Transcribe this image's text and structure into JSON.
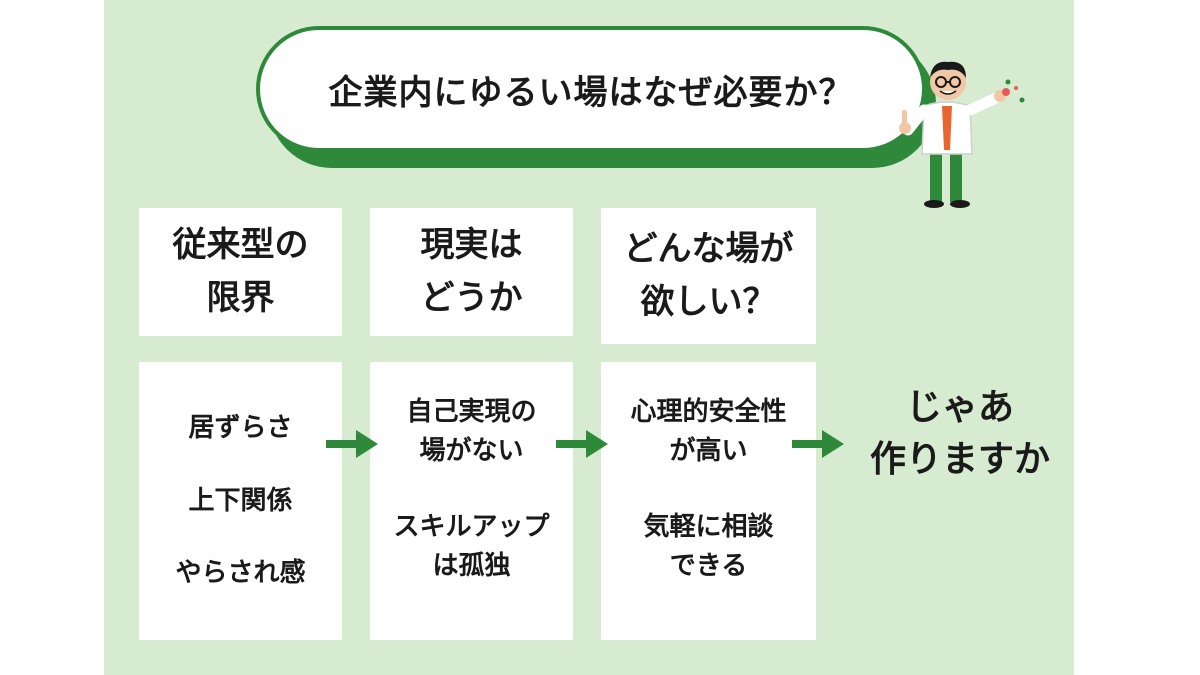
{
  "title": "企業内にゆるい場はなぜ必要か？",
  "columns": [
    {
      "header": [
        "従来型の",
        "限界"
      ],
      "items": [
        [
          "居ずらさ"
        ],
        [
          "上下関係"
        ],
        [
          "やらされ感"
        ]
      ]
    },
    {
      "header": [
        "現実は",
        "どうか"
      ],
      "items": [
        [
          "自己実現の",
          "場がない"
        ],
        [
          "スキルアップ",
          "は孤独"
        ]
      ]
    },
    {
      "header": [
        "どんな場が",
        "欲しい？"
      ],
      "items": [
        [
          "心理的安全性",
          "が高い"
        ],
        [
          "気軽に相談",
          "できる"
        ]
      ]
    }
  ],
  "conclusion": [
    "じゃあ",
    "作りますか"
  ],
  "colors": {
    "background": "#d6ebd0",
    "accent_green": "#2e8a3a",
    "box": "#ffffff",
    "text": "#1a1a1a"
  },
  "icons": [
    "right-arrow-icon",
    "teacher-character"
  ]
}
